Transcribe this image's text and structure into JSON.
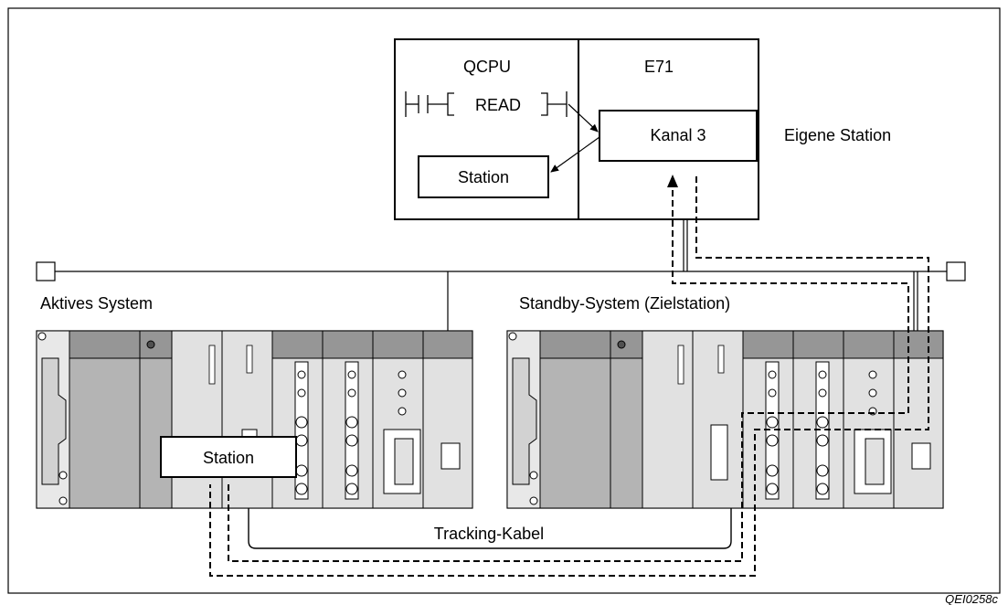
{
  "cpu_box": {
    "qcpu_label": "QCPU",
    "e71_label": "E71",
    "read_label": "READ",
    "kanal_label": "Kanal 3",
    "station_label": "Station"
  },
  "eigene_station": "Eigene Station",
  "active_system": {
    "label": "Aktives System",
    "station_label": "Station"
  },
  "standby_system": {
    "label": "Standby-System (Zielstation)"
  },
  "tracking_cable": "Tracking-Kabel",
  "figure_code": "QEI0258c",
  "colors": {
    "module_dark": "#969696",
    "module_mid": "#b4b4b4",
    "module_light": "#e1e1e1",
    "line": "#000000",
    "panel_bg": "#ffffff"
  }
}
